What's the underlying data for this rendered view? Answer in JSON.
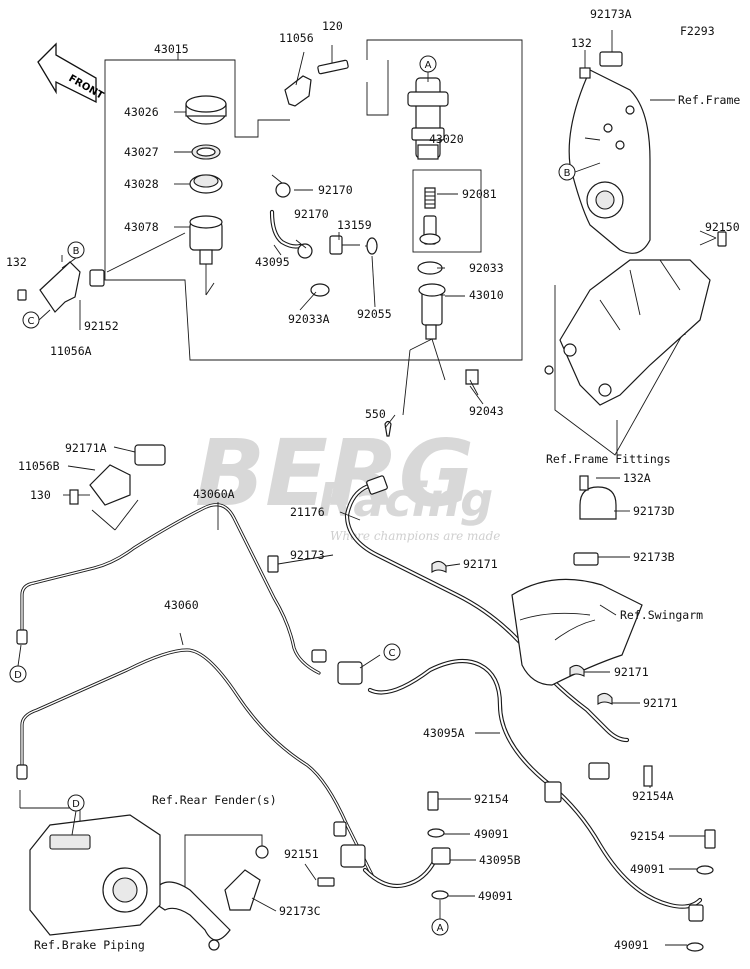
{
  "diagram_code": "F2293",
  "front_arrow": "FRONT",
  "watermark": {
    "main": "BERG",
    "sub": "Racing",
    "tagline": "Where champions are made"
  },
  "refs": {
    "frame": "Ref.Frame",
    "frame_fittings": "Ref.Frame Fittings",
    "swingarm": "Ref.Swingarm",
    "rear_fender": "Ref.Rear Fender(s)",
    "brake_piping": "Ref.Brake Piping"
  },
  "markers": {
    "a": "A",
    "b": "B",
    "c": "C",
    "d": "D"
  },
  "parts": {
    "p43015": "43015",
    "p43026": "43026",
    "p43027": "43027",
    "p43028": "43028",
    "p43078": "43078",
    "p11056": "11056",
    "p120": "120",
    "p92170a": "92170",
    "p92170b": "92170",
    "p13159": "13159",
    "p43095": "43095",
    "p92033a": "92033A",
    "p92055": "92055",
    "p43020": "43020",
    "p92081": "92081",
    "p92033": "92033",
    "p43010": "43010",
    "p92043": "92043",
    "p550": "550",
    "p92173a": "92173A",
    "p132_top": "132",
    "p92150": "92150",
    "p132_left": "132",
    "p92152": "92152",
    "p11056a": "11056A",
    "p92171a": "92171A",
    "p11056b": "11056B",
    "p130": "130",
    "p43060a": "43060A",
    "p92173": "92173",
    "p21176": "21176",
    "p132a": "132A",
    "p92173d": "92173D",
    "p92173b": "92173B",
    "p92171_1": "92171",
    "p92171_2": "92171",
    "p92171_3": "92171",
    "p43060": "43060",
    "p43095a": "43095A",
    "p92154a": "92154A",
    "p92154_1": "92154",
    "p49091_1": "49091",
    "p43095b": "43095B",
    "p49091_2": "49091",
    "p92154_2": "92154",
    "p49091_3": "49091",
    "p49091_4": "49091",
    "p92151": "92151",
    "p92173c": "92173C"
  }
}
